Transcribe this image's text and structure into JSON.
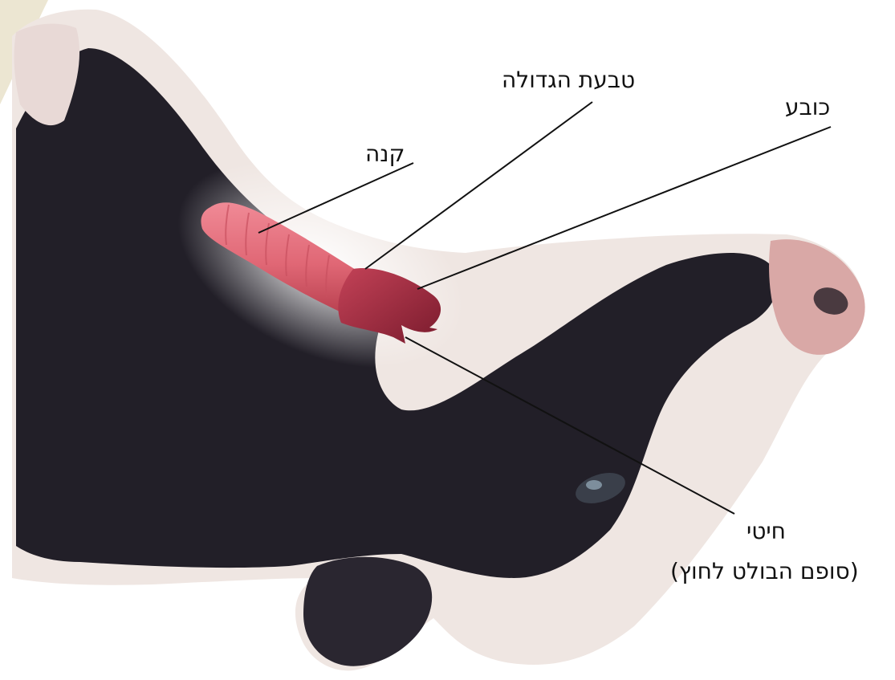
{
  "labels": {
    "trachea": "קנה",
    "large_ring": "טבעת הגדולה",
    "hat": "כובע",
    "wheat": "חיטי",
    "wheat_note": "(סופם הבולט לחוץ)"
  },
  "colors": {
    "coat_black": "#221f28",
    "coat_white": "#efe6e2",
    "muzzle_pink": "#d9a8a6",
    "trachea_red": "#e06775",
    "larynx_dark": "#8c2236",
    "leader_line": "#111111"
  }
}
